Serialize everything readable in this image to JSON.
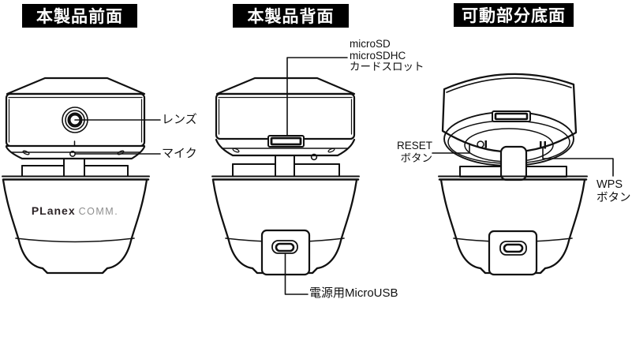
{
  "colors": {
    "line": "#111111",
    "header_bg": "#000000",
    "header_text": "#ffffff",
    "logo_primary": "#2b2326",
    "logo_secondary": "#8f8f8f"
  },
  "views": {
    "front": {
      "header": "本製品前面",
      "labels": {
        "lens": "レンズ",
        "mic": "マイク"
      },
      "logo": {
        "brand": "PLanex",
        "suffix": "COMM."
      }
    },
    "back": {
      "header": "本製品背面",
      "labels": {
        "card_slot": "microSD\nmicroSDHC\nカードスロット",
        "power": "電源用MicroUSB"
      }
    },
    "bottom": {
      "header": "可動部分底面",
      "labels": {
        "reset": "RESET\nボタン",
        "wps": "WPS\nボタン"
      }
    }
  }
}
